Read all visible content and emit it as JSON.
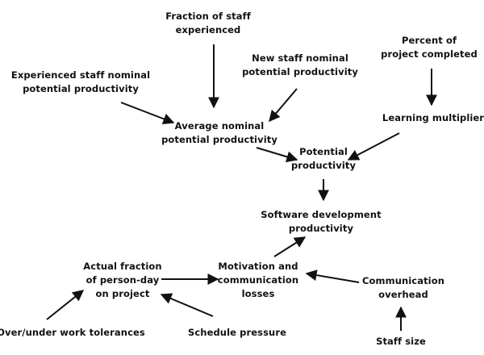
{
  "colors": {
    "ink": "#111111",
    "background": "#ffffff"
  },
  "nodes": {
    "fraction_staff_experienced": [
      "Fraction of staff",
      "experienced"
    ],
    "percent_project_completed": [
      "Percent of",
      "project completed"
    ],
    "new_staff_productivity": [
      "New staff nominal",
      "potential productivity"
    ],
    "experienced_staff_productivity": [
      "Experienced staff nominal",
      "potential productivity"
    ],
    "learning_multiplier": [
      "Learning multiplier"
    ],
    "average_nominal_productivity": [
      "Average nominal",
      "potential productivity"
    ],
    "potential_productivity": [
      "Potential",
      "productivity"
    ],
    "software_dev_productivity": [
      "Software development",
      "productivity"
    ],
    "actual_fraction_person_day": [
      "Actual fraction",
      "of person-day",
      "on project"
    ],
    "motivation_losses": [
      "Motivation and",
      "communication",
      "losses"
    ],
    "communication_overhead": [
      "Communication",
      "overhead"
    ],
    "work_tolerances": [
      "Over/under work tolerances"
    ],
    "schedule_pressure": [
      "Schedule pressure"
    ],
    "staff_size": [
      "Staff size"
    ]
  }
}
